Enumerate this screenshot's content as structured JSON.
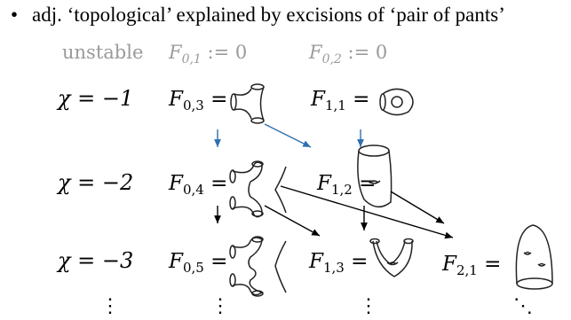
{
  "heading": {
    "bullet": "•",
    "text": "adj. ‘topological’ explained by excisions of ‘pair of pants’"
  },
  "rows": [
    {
      "chi_label": "unstable"
    },
    {
      "chi_label": "χ = −1"
    },
    {
      "chi_label": "χ = −2"
    },
    {
      "chi_label": "χ = −3"
    }
  ],
  "nodes": {
    "F01": {
      "name": "F",
      "sub": "0,1",
      "rhs": " := 0"
    },
    "F02": {
      "name": "F",
      "sub": "0,2",
      "rhs": " := 0"
    },
    "F03": {
      "name": "F",
      "sub": "0,3",
      "rhs": " ="
    },
    "F11": {
      "name": "F",
      "sub": "1,1",
      "rhs": " ="
    },
    "F04": {
      "name": "F",
      "sub": "0,4",
      "rhs": " ="
    },
    "F12": {
      "name": "F",
      "sub": "1,2",
      "rhs": " ="
    },
    "F05": {
      "name": "F",
      "sub": "0,5",
      "rhs": " ="
    },
    "F13": {
      "name": "F",
      "sub": "1,3",
      "rhs": " ="
    },
    "F21": {
      "name": "F",
      "sub": "2,1",
      "rhs": " ="
    }
  },
  "colors": {
    "unstable_text": "#9a9a9a",
    "blue_arrow": "#2f6fb0",
    "black_arrow": "#000000",
    "surface_stroke": "#222222"
  },
  "icons": [
    "pants-surface-icon",
    "torus-one-hole-icon",
    "four-holed-sphere-icon",
    "torus-two-holes-icon",
    "five-holed-sphere-icon",
    "torus-three-holes-icon",
    "genus-two-one-hole-icon"
  ],
  "ellipsis": {
    "vertical": "⋮",
    "diagonal": "⋱"
  }
}
